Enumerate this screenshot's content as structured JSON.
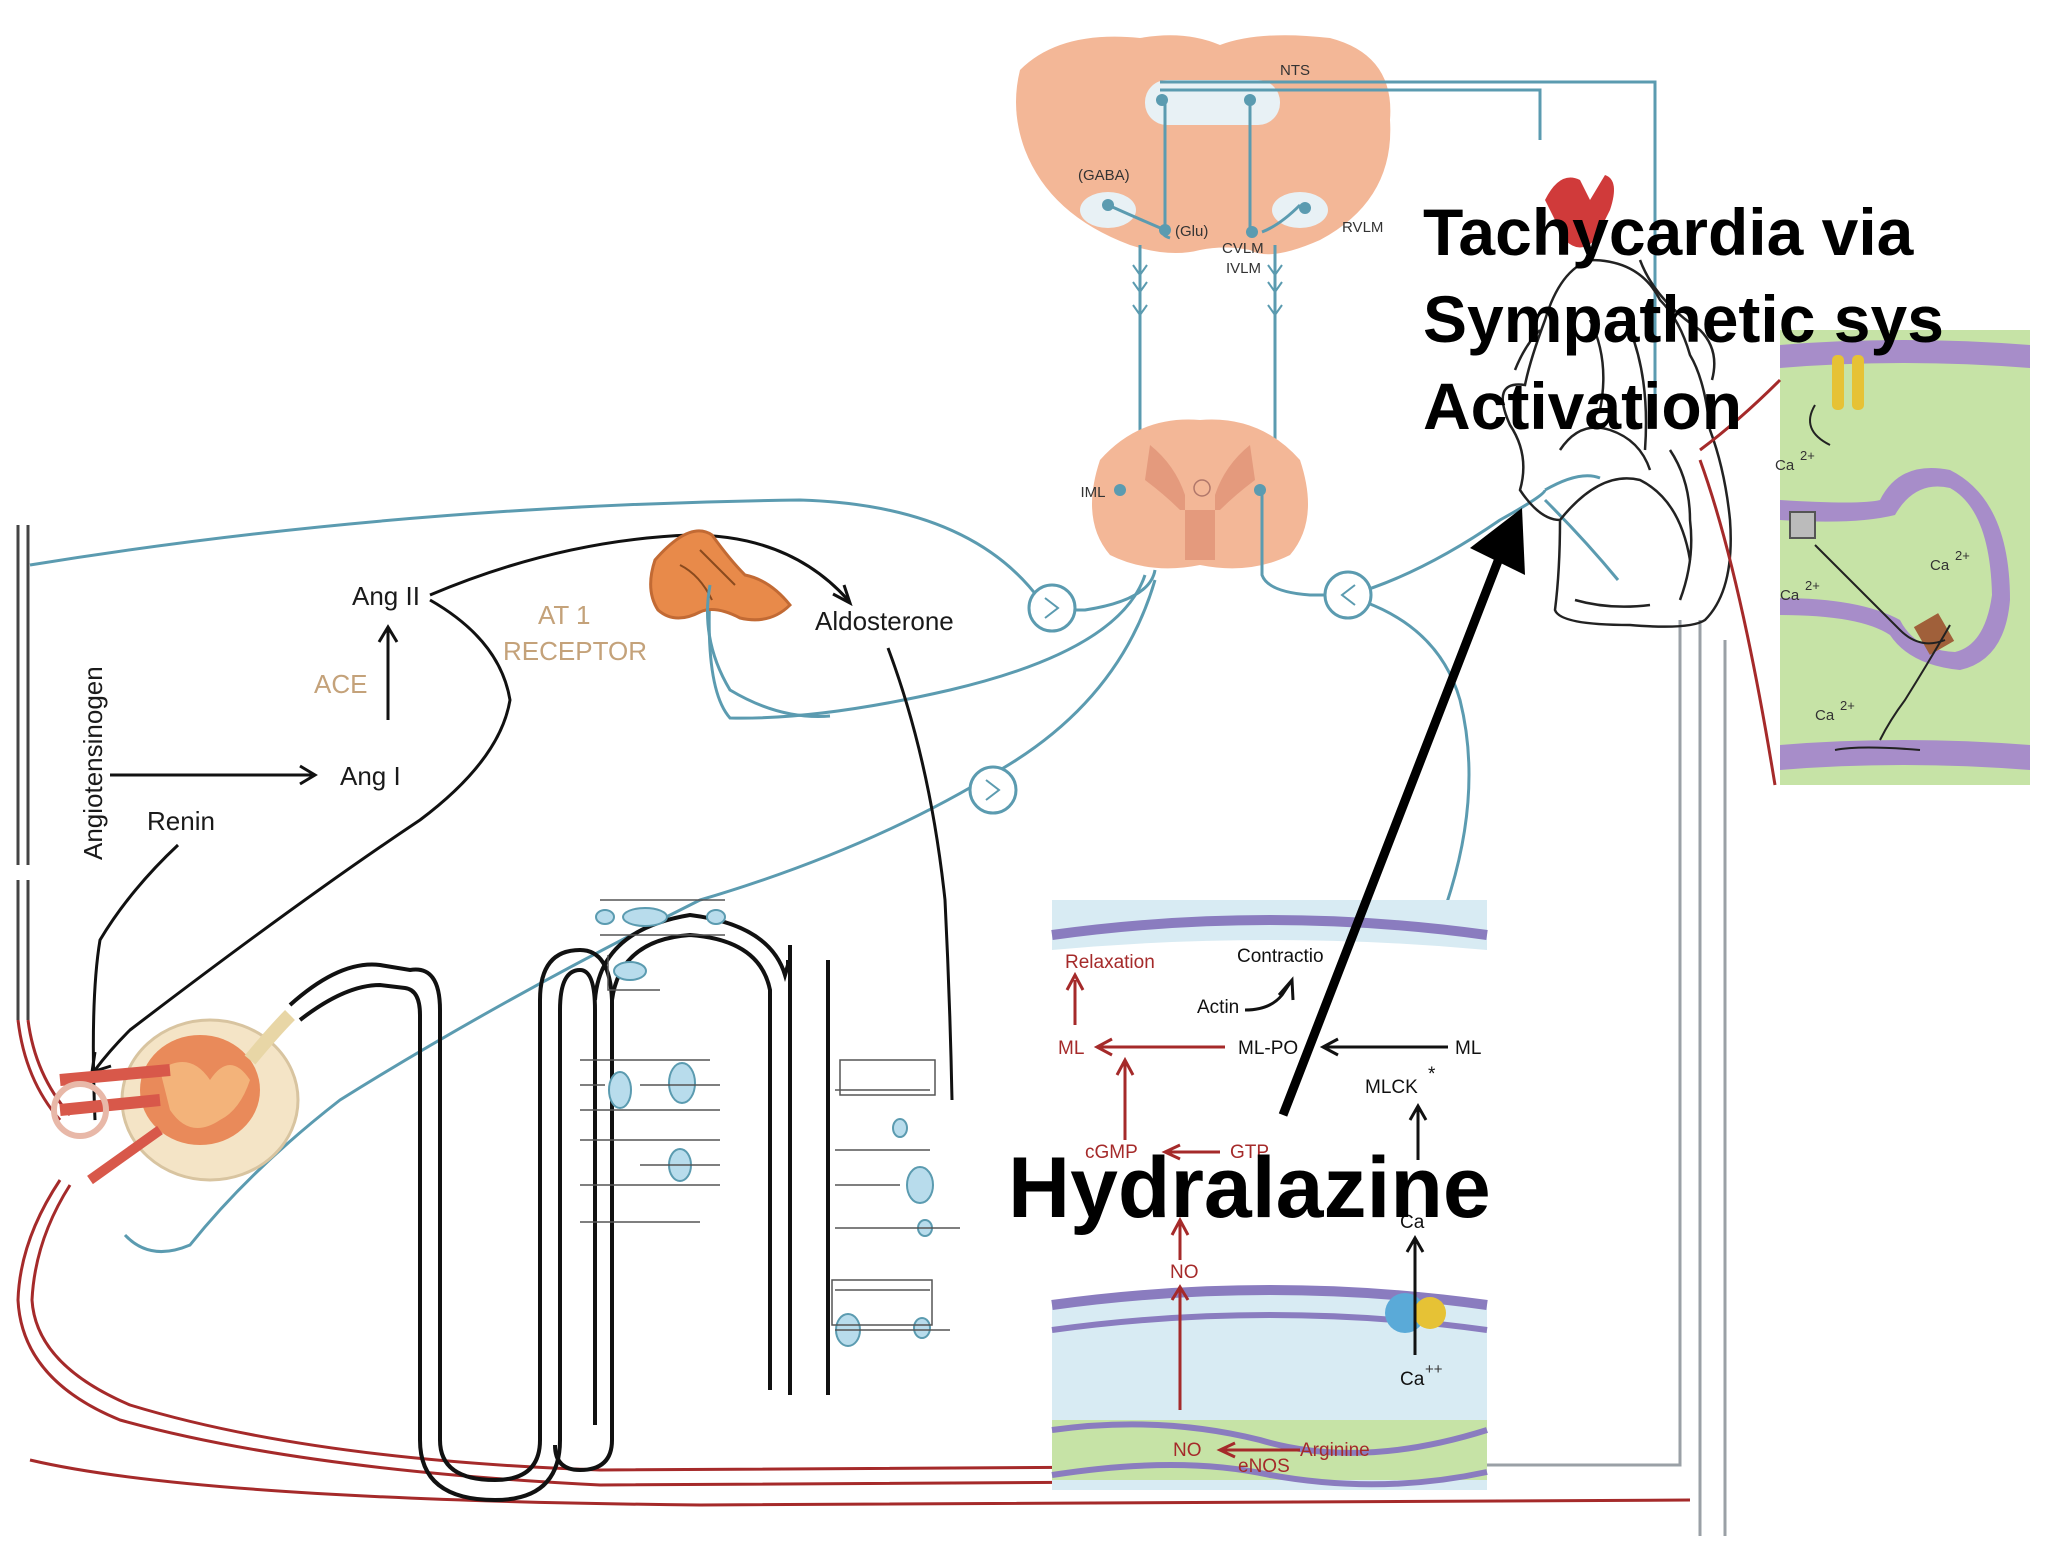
{
  "raas": {
    "angiotensinogen": "Angiotensinogen",
    "renin": "Renin",
    "ang1": "Ang I",
    "ace": "ACE",
    "ang2": "Ang II",
    "at1_line1": "AT 1",
    "at1_line2": "RECEPTOR",
    "aldosterone": "Aldosterone"
  },
  "brainstem": {
    "nts": "NTS",
    "gaba": "(GABA)",
    "glu": "(Glu)",
    "cvlm": "CVLM",
    "ivlm": "IVLM",
    "rvlm": "RVLM",
    "iml": "IML"
  },
  "annotations": {
    "tachy_line1": "Tachycardia via",
    "tachy_line2": "Sympathetic sys",
    "tachy_line3": "Activation",
    "hydralazine": "Hydralazine"
  },
  "smooth_muscle": {
    "relaxation": "Relaxation",
    "contraction": "Contractio",
    "actin": "Actin",
    "ml_left": "ML",
    "ml_po": "ML-PO",
    "ml_right": "ML",
    "mlck": "MLCK",
    "mlck_star": "*",
    "cgmp": "cGMP",
    "gtp": "GTP",
    "no_mid": "NO",
    "ca_upper": "Ca",
    "ca_lower": "Ca",
    "ca_lower_sup": "++",
    "no_bottom": "NO",
    "arginine": "Arginine",
    "enos": "eNOS"
  },
  "cardiac_inset": {
    "ca1": "Ca",
    "ca2": "Ca",
    "ca3": "Ca",
    "ca4": "Ca",
    "sup": "2+"
  },
  "colors": {
    "nerve_blue": "#5b9bb0",
    "brain_salmon": "#f3b797",
    "red_label": "#a52a2a",
    "tan_label": "#c4a27a",
    "inset_green": "#c6e3a6"
  }
}
